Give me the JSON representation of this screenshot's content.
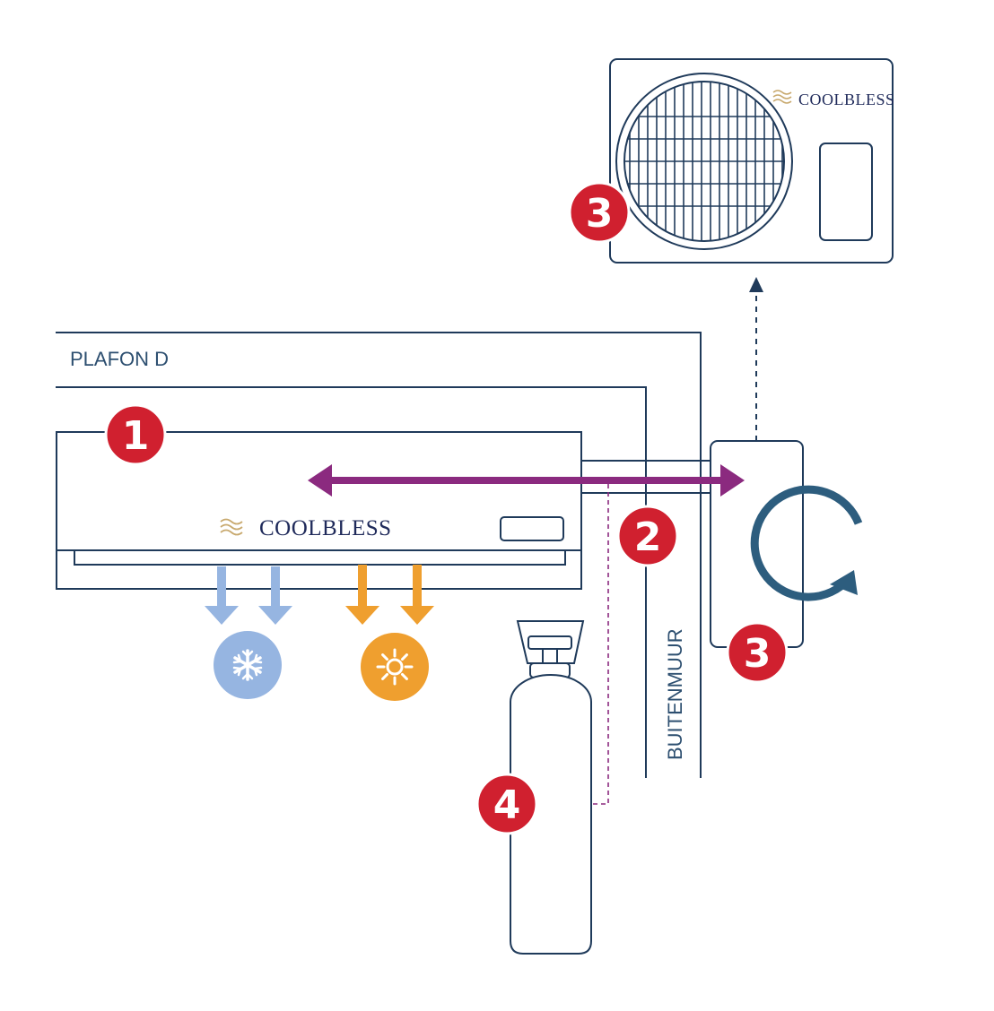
{
  "brand": {
    "name": "COOLBLESS"
  },
  "labels": {
    "ceiling": "PLAFON D",
    "outer_wall": "BUITENMUUR"
  },
  "badges": {
    "indoor_unit": "1",
    "piping": "2",
    "outdoor_unit": "3",
    "compressor": "3",
    "refrigerant": "4"
  },
  "icons": {
    "cooling": "snowflake-icon",
    "heating": "sun-icon",
    "cycle": "cycle-arrow-icon",
    "fan": "fan-grille-icon",
    "logo": "wave-logo-icon",
    "cylinder": "gas-cylinder-icon"
  },
  "colors": {
    "outline": "#1f3a5a",
    "badge": "#d0202f",
    "flow_arrow": "#8b2a7f",
    "cool": "#96b5e1",
    "heat": "#ef9f2f",
    "cycle": "#2d5d7e",
    "label": "#2d4f70",
    "logo_gold": "#c8a96e"
  }
}
